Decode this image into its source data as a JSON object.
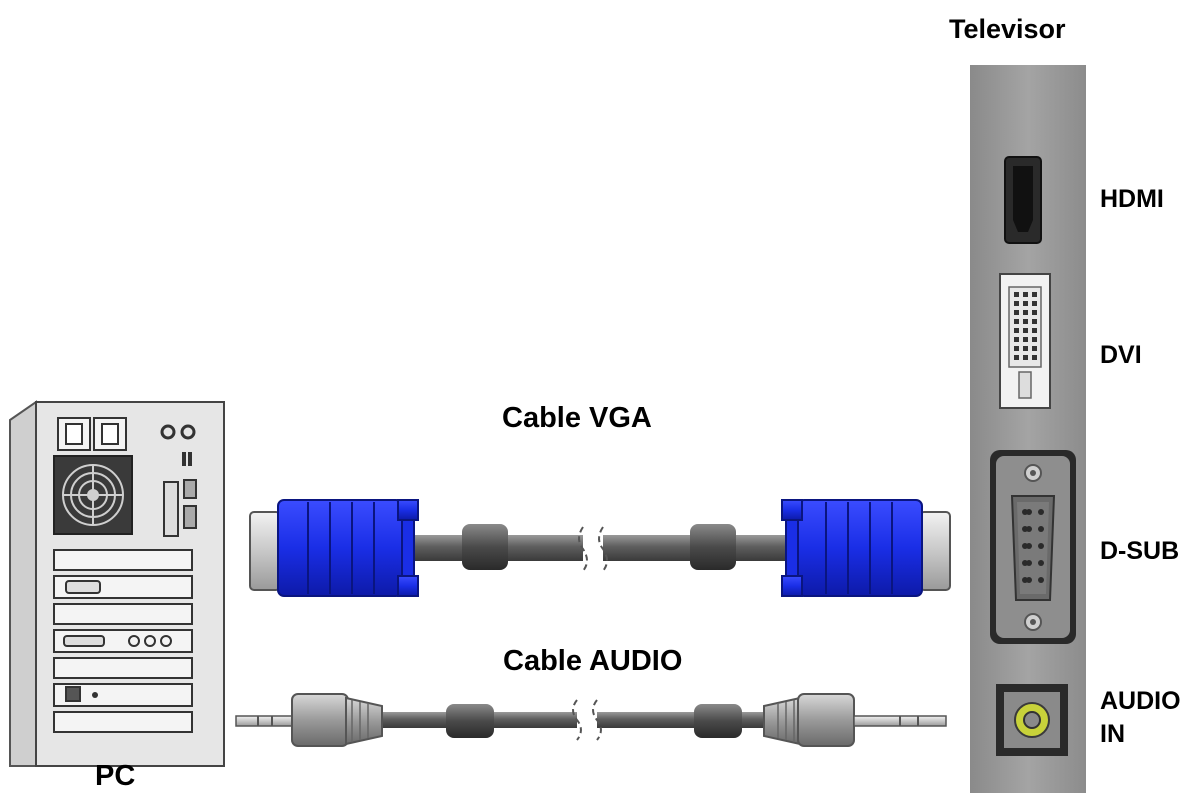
{
  "tv": {
    "title": "Televisor",
    "ports": {
      "hdmi": "HDMI",
      "dvi": "DVI",
      "dsub": "D-SUB",
      "audio_line1": "AUDIO",
      "audio_line2": "IN"
    }
  },
  "cables": {
    "vga": "Cable VGA",
    "audio": "Cable AUDIO"
  },
  "pc": {
    "label": "PC"
  },
  "colors": {
    "vga_connector": "#1a2ee6",
    "cable": "#6f6f6f",
    "tv_panel": "#9a9a9a",
    "audio_jack": "#c8d23a"
  }
}
